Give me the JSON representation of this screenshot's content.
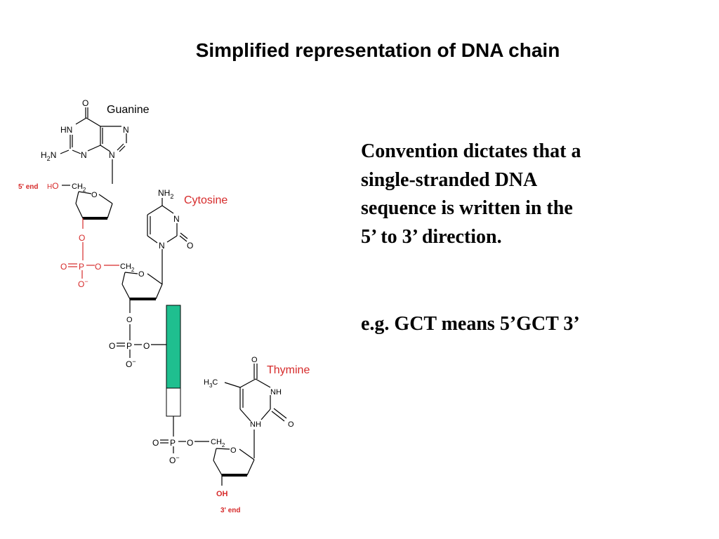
{
  "title": "Simplified representation of DNA chain",
  "labels": {
    "guanine": "Guanine",
    "cytosine": "Cytosine",
    "thymine": "Thymine",
    "five_prime_end": "5' end",
    "three_prime_end": "3' end"
  },
  "atoms": {
    "O": "O",
    "N": "N",
    "HN": "HN",
    "NH": "NH",
    "H": "H",
    "CH": "CH",
    "P": "P",
    "C": "C",
    "sub2": "2",
    "sub3": "3",
    "minus": "−",
    "OH": "OH",
    "HO_H": "H",
    "HO_O": "O"
  },
  "convention_lines": [
    "Convention dictates that a",
    "single-stranded DNA",
    "sequence is written in the",
    "5’ to 3’ direction."
  ],
  "example_text": "e.g. GCT means 5’GCT 3’",
  "colors": {
    "highlight": "#d62a2a",
    "bar_fill": "#1fbf8f",
    "text": "#000000"
  }
}
